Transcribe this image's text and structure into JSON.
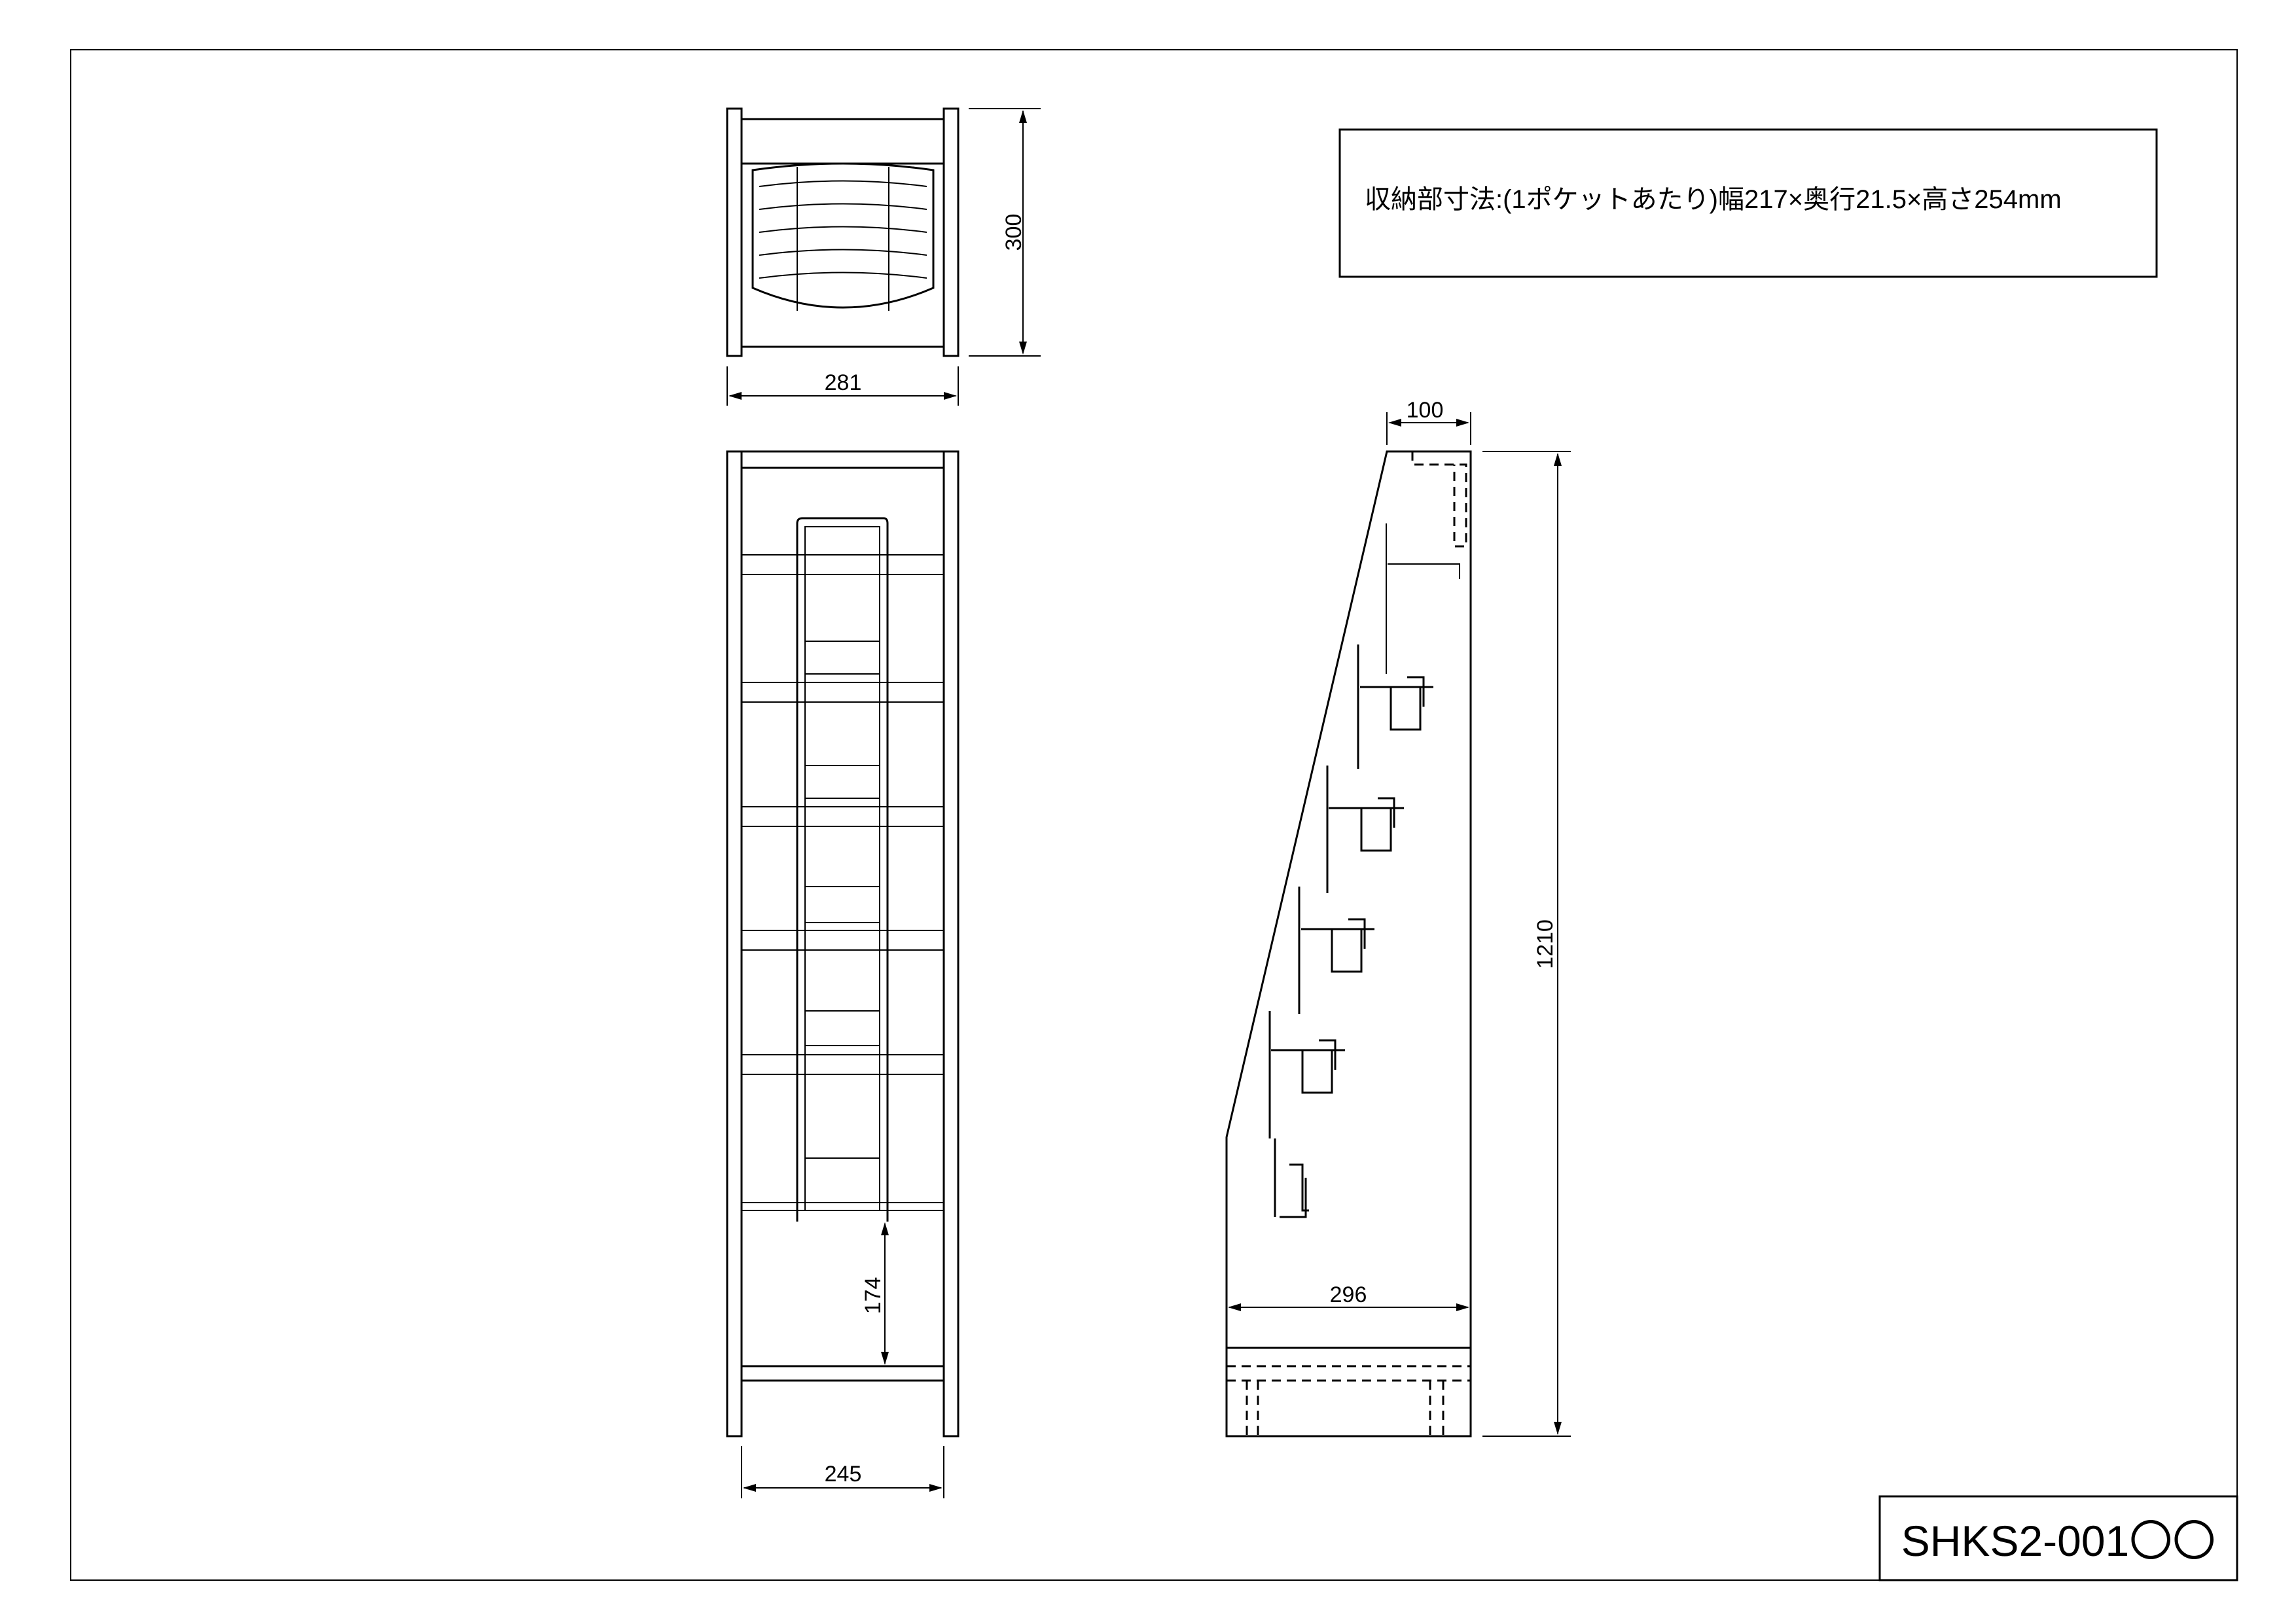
{
  "spec_note": "収納部寸法:(1ポケットあたり)幅217×奥行21.5×高さ254mm",
  "drawing_number": "SHKS2-001〇〇",
  "top_view": {
    "depth_dim": "300",
    "width_dim": "281"
  },
  "front_view": {
    "inner_width_dim": "245",
    "bottom_clearance_dim": "174"
  },
  "side_view": {
    "top_depth_dim": "100",
    "height_dim": "1210",
    "bottom_depth_dim": "296"
  }
}
